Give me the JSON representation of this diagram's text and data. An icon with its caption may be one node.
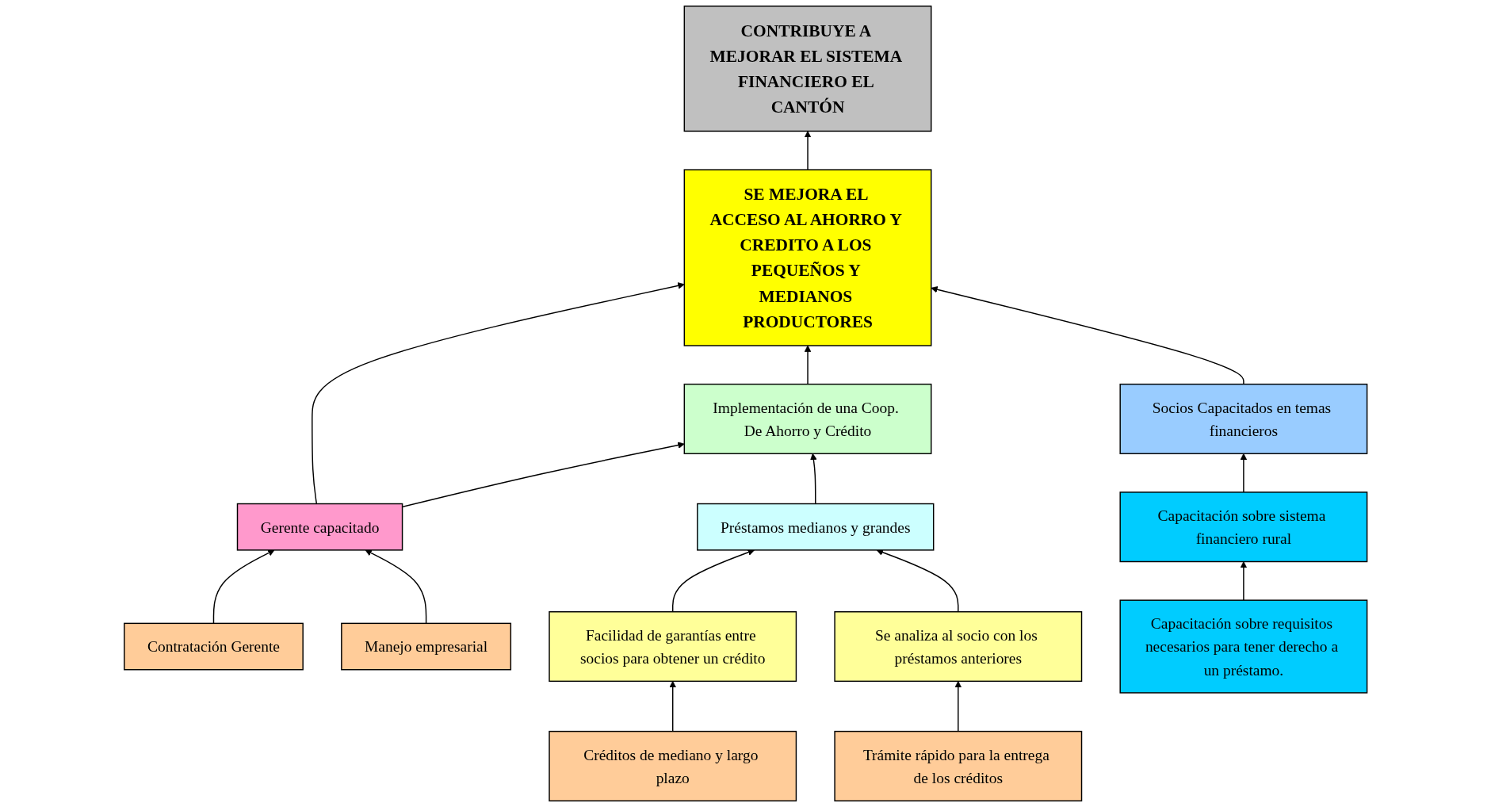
{
  "diagram": {
    "nodes": [
      {
        "text": [
          "CONTRIBUYE A MEJORAR EL SISTEMA FINANCIERO EL CANTÓN"
        ]
      },
      {
        "text": [
          "SE MEJORA EL ACCESO AL AHORRO Y CREDITO A LOS PEQUEÑOS Y MEDIANOS PRODUCTORES"
        ]
      },
      {
        "text": [
          "Gerente capacitado"
        ]
      },
      {
        "text": [
          "Implementación de una Coop. De Ahorro y Crédito"
        ]
      },
      {
        "text": [
          "Socios Capacitados en temas financieros"
        ]
      },
      {
        "text": [
          "Contratación Gerente"
        ]
      },
      {
        "text": [
          "Manejo empresarial"
        ]
      },
      {
        "text": [
          "Préstamos medianos y grandes"
        ]
      },
      {
        "text": [
          "Facilidad de garantías entre socios para obtener un crédito"
        ]
      },
      {
        "text": [
          "Se analiza al socio con los préstamos anteriores"
        ]
      },
      {
        "text": [
          "Créditos de mediano y largo plazo"
        ]
      },
      {
        "text": [
          "Trámite rápido para la entrega de los créditos"
        ]
      },
      {
        "text": [
          "Capacitación sobre sistema financiero rural"
        ]
      },
      {
        "text": [
          "Capacitación sobre requisitos necesarios para tener derecho a un préstamo."
        ]
      }
    ],
    "edges": [
      {
        "from": 1,
        "to": 0,
        "arrow": "to"
      },
      {
        "from": 2,
        "to": 1,
        "arrow": "to"
      },
      {
        "from": 3,
        "to": 1,
        "arrow": "to"
      },
      {
        "from": 4,
        "to": 1,
        "arrow": "to"
      },
      {
        "from": 2,
        "to": 3,
        "arrow": "to"
      },
      {
        "from": 5,
        "to": 2,
        "arrow": "to"
      },
      {
        "from": 6,
        "to": 2,
        "arrow": "to"
      },
      {
        "from": 7,
        "to": 3,
        "arrow": "to"
      },
      {
        "from": 8,
        "to": 7,
        "arrow": "to"
      },
      {
        "from": 9,
        "to": 7,
        "arrow": "to"
      },
      {
        "from": 10,
        "to": 8,
        "arrow": "to"
      },
      {
        "from": 11,
        "to": 9,
        "arrow": "to"
      },
      {
        "from": 12,
        "to": 4,
        "arrow": "to"
      },
      {
        "from": 13,
        "to": 12,
        "arrow": "to"
      }
    ]
  }
}
